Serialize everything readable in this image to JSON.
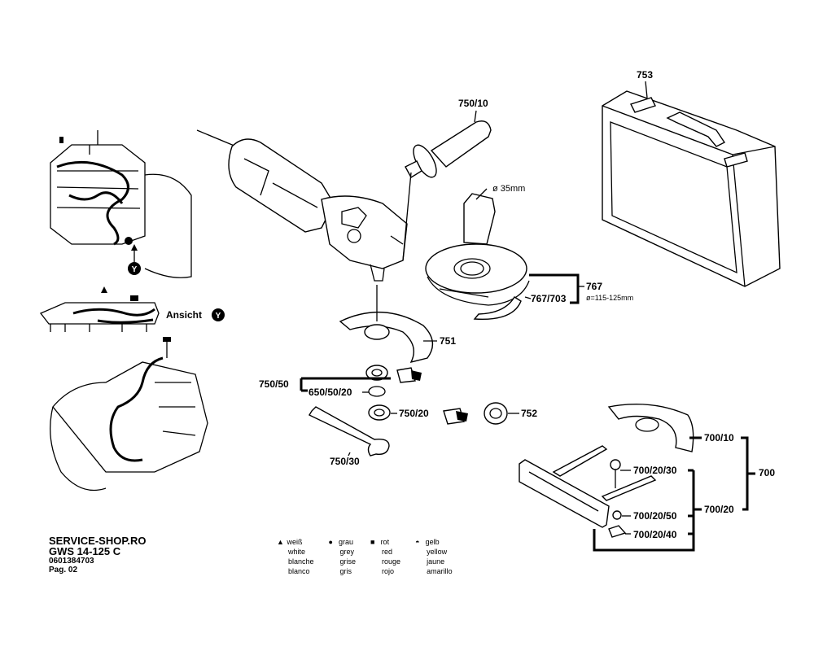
{
  "footer": {
    "shop": "SERVICE-SHOP.RO",
    "model": "GWS 14-125 C",
    "part_number": "0601384703",
    "page": "Pag. 02"
  },
  "legend": [
    {
      "symbol": "▲",
      "icon": "triangle-icon",
      "de": "weiß",
      "en": "white",
      "fr": "blanche",
      "es": "blanco"
    },
    {
      "symbol": "●",
      "icon": "circle-icon",
      "de": "grau",
      "en": "grey",
      "fr": "grise",
      "es": "gris"
    },
    {
      "symbol": "■",
      "icon": "square-icon",
      "de": "rot",
      "en": "red",
      "fr": "rouge",
      "es": "rojo"
    },
    {
      "symbol": "◓",
      "icon": "half-circle-icon",
      "de": "gelb",
      "en": "yellow",
      "fr": "jaune",
      "es": "amarillo"
    }
  ],
  "view_label": {
    "text": "Ansicht",
    "marker": "Y"
  },
  "marker_y": "Y",
  "dimension": "ø 35mm",
  "dimension_range": "ø=115-125mm",
  "parts": {
    "p753": "753",
    "p750_10": "750/10",
    "p767": "767",
    "p767_703": "767/703",
    "p751": "751",
    "p750_50": "750/50",
    "p650_50_20": "650/50/20",
    "p750_20": "750/20",
    "p752": "752",
    "p750_30": "750/30",
    "p700_10": "700/10",
    "p700": "700",
    "p700_20_30": "700/20/30",
    "p700_20_50": "700/20/50",
    "p700_20": "700/20",
    "p700_20_40": "700/20/40"
  }
}
